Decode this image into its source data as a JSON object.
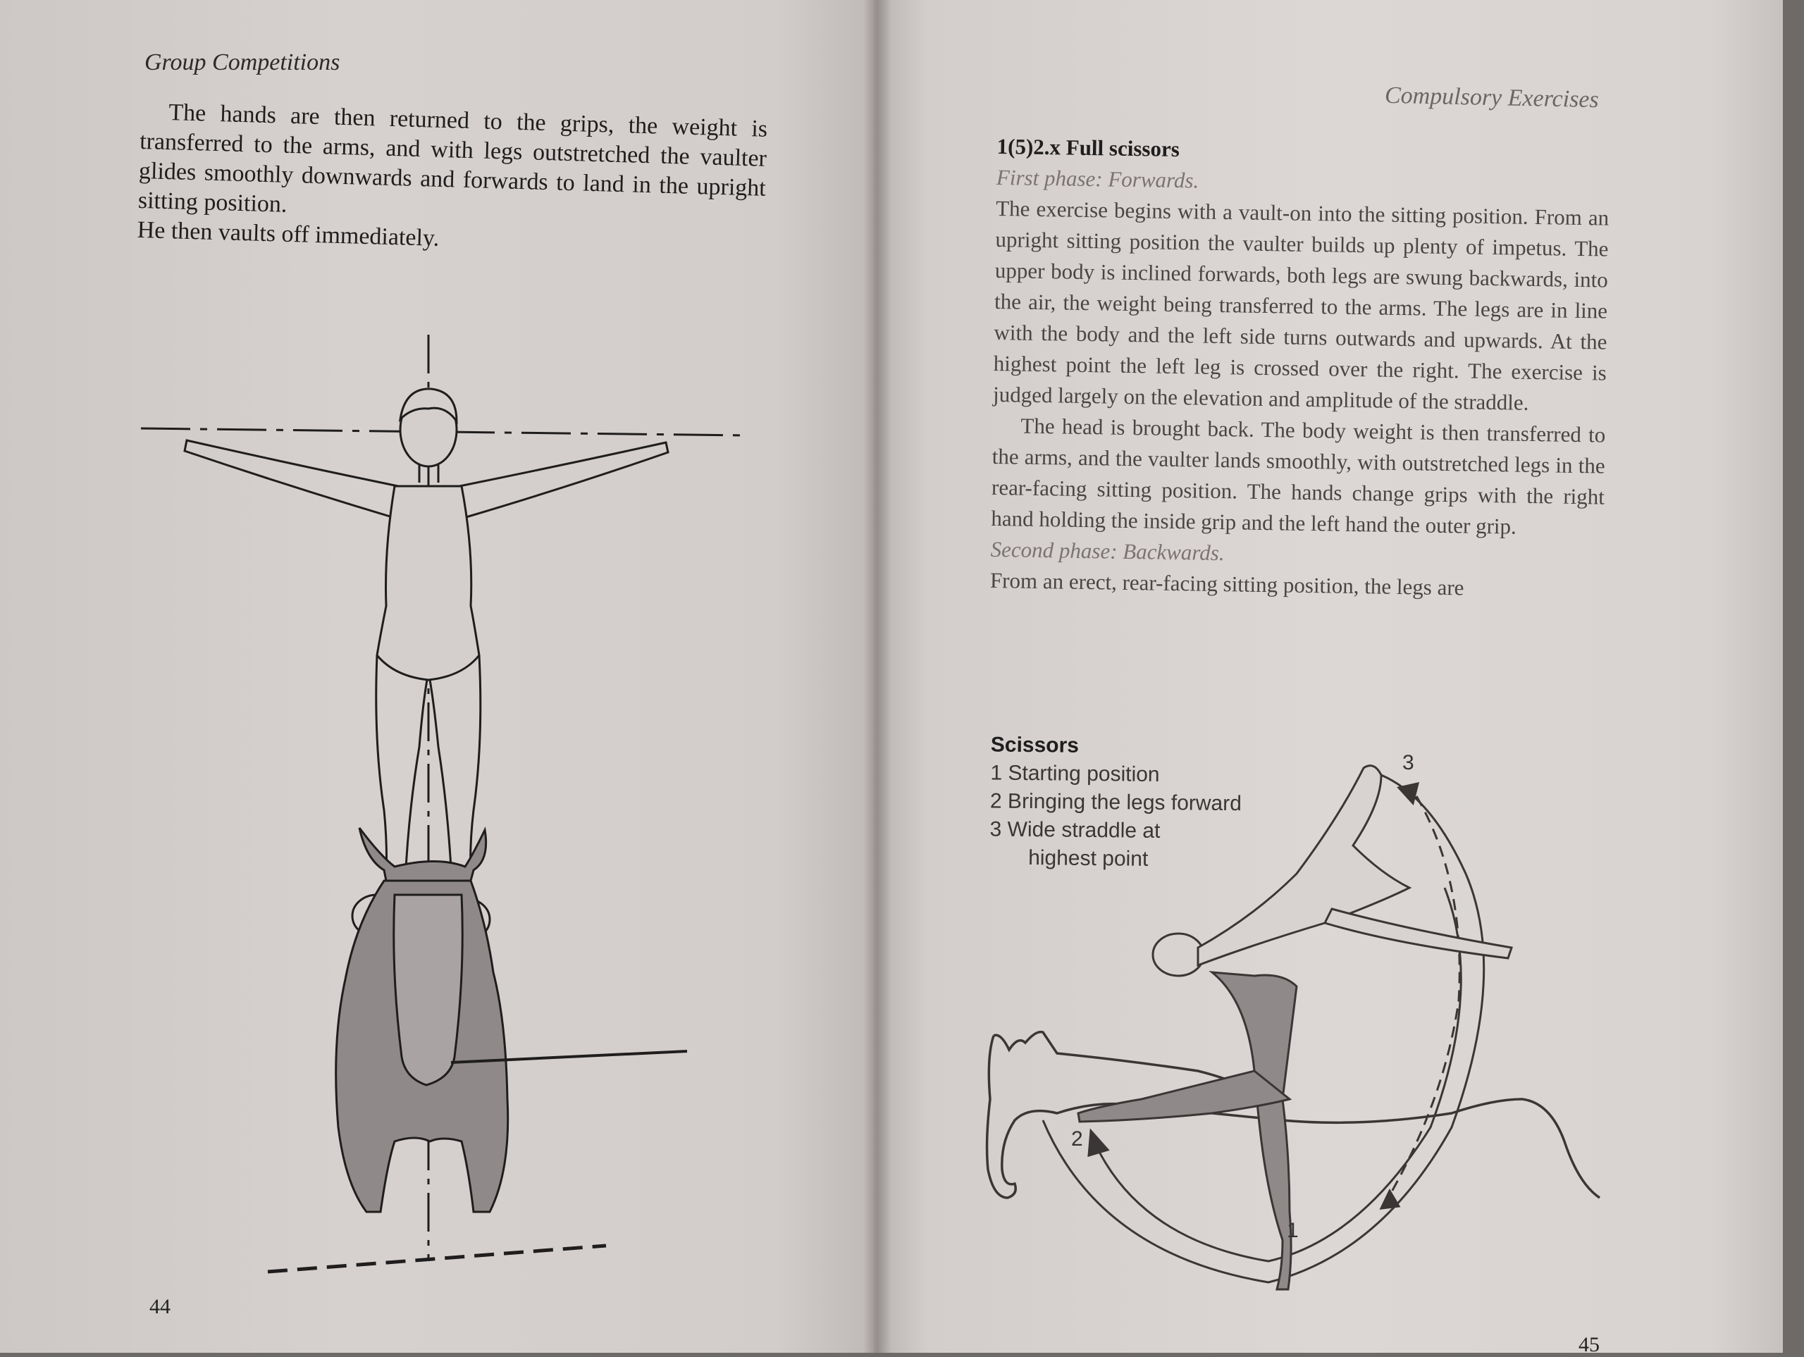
{
  "left_page": {
    "running_head": "Group Competitions",
    "paragraph_1": "The hands are then returned to the grips, the weight is transferred to the arms, and with legs outstretched the vaulter glides smoothly downwards and forwards to land in the upright sitting position.",
    "paragraph_2": "He then vaults off immediately.",
    "page_number": "44"
  },
  "right_page": {
    "running_head": "Compulsory Exercises",
    "exercise_title": "1(5)2.x Full scissors",
    "first_phase": "First phase: Forwards.",
    "paragraph_1": "The exercise begins with a vault-on into the sitting position. From an upright sitting position the vaulter builds up plenty of impetus. The upper body is inclined forwards, both legs are swung backwards, into the air, the weight being transferred to the arms. The legs are in line with the body and the left side turns outwards and upwards. At the highest point the left leg is crossed over the right. The exercise is judged largely on the elevation and amplitude of the straddle.",
    "paragraph_2": "The head is brought back. The body weight is then transferred to the arms, and the vaulter lands smoothly, with outstretched legs in the rear-facing sitting position. The hands change grips with the right hand holding the inside grip and the left hand the outer grip.",
    "second_phase": "Second phase: Backwards.",
    "paragraph_3": "From an erect, rear-facing sitting position, the legs are",
    "page_number": "45"
  },
  "caption": {
    "title": "Scissors",
    "item_1": "1 Starting position",
    "item_2": "2 Bringing the legs forward",
    "item_3": "3 Wide straddle at",
    "item_3b": "highest point"
  },
  "figure_labels": {
    "label_1": "1",
    "label_2": "2",
    "label_3": "3"
  },
  "colors": {
    "paper_light": "#dcd7d5",
    "ink": "#1f1d1d",
    "horse_fill": "#8f8a89"
  }
}
